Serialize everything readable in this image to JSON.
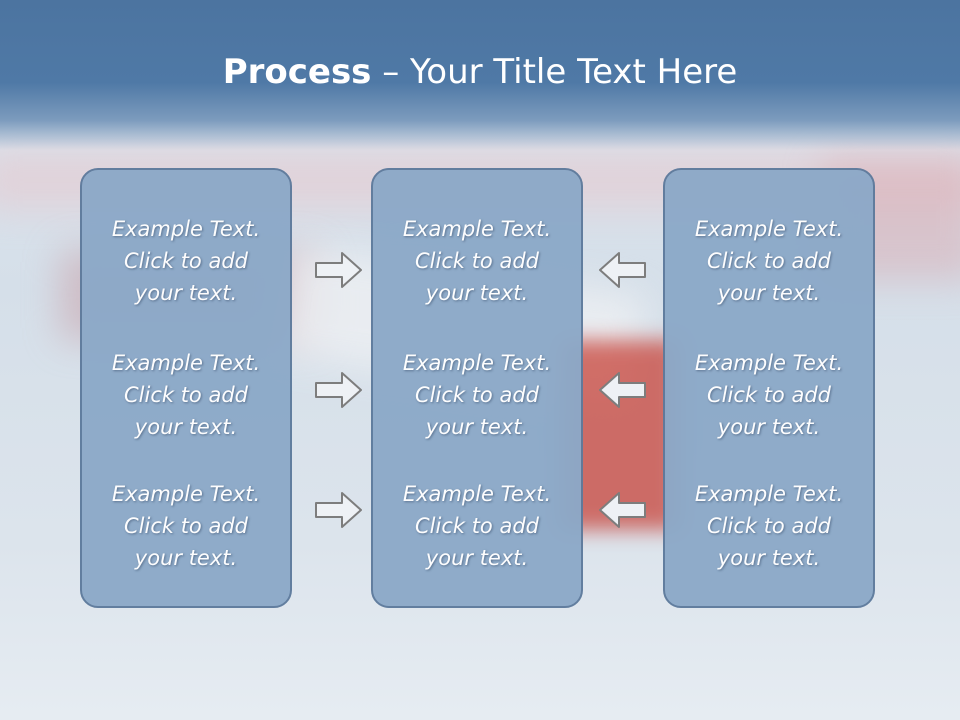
{
  "slide": {
    "title_bold": "Process",
    "title_rest": " – Your Title Text Here"
  },
  "columns": [
    {
      "cells": [
        {
          "line1": "Example Text.",
          "line2": "Click  to add",
          "line3": "your text."
        },
        {
          "line1": "Example Text.",
          "line2": "Click  to add",
          "line3": "your text."
        },
        {
          "line1": "Example Text.",
          "line2": "Click  to add",
          "line3": "your text."
        }
      ]
    },
    {
      "cells": [
        {
          "line1": "Example Text.",
          "line2": "Click  to add",
          "line3": "your text."
        },
        {
          "line1": "Example Text.",
          "line2": "Click  to add",
          "line3": "your text."
        },
        {
          "line1": "Example Text.",
          "line2": "Click  to add",
          "line3": "your text."
        }
      ]
    },
    {
      "cells": [
        {
          "line1": "Example Text.",
          "line2": "Click  to add",
          "line3": "your text."
        },
        {
          "line1": "Example Text.",
          "line2": "Click  to add",
          "line3": "your text."
        },
        {
          "line1": "Example Text.",
          "line2": "Click  to add",
          "line3": "your text."
        }
      ]
    }
  ],
  "arrows": {
    "left_group": "right-arrow-icon",
    "right_group": "left-arrow-icon"
  },
  "colors": {
    "header": "#4f79a6",
    "panel_fill": "#8ca9c8",
    "panel_border": "#5d7a9c",
    "text": "#ffffff"
  }
}
